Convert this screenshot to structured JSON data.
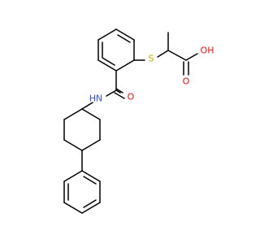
{
  "molecule": {
    "atom_labels": {
      "sulfur": "S",
      "carbonyl_oxygen_acid": "O",
      "hydroxyl": "OH",
      "carbonyl_oxygen_amide": "O",
      "amide_nitrogen": "N",
      "amide_hydrogen": "H"
    },
    "colors": {
      "carbon_bond": "#000000",
      "oxygen": "#ff0d0d",
      "nitrogen": "#3050f8",
      "sulfur": "#c8a800"
    }
  }
}
